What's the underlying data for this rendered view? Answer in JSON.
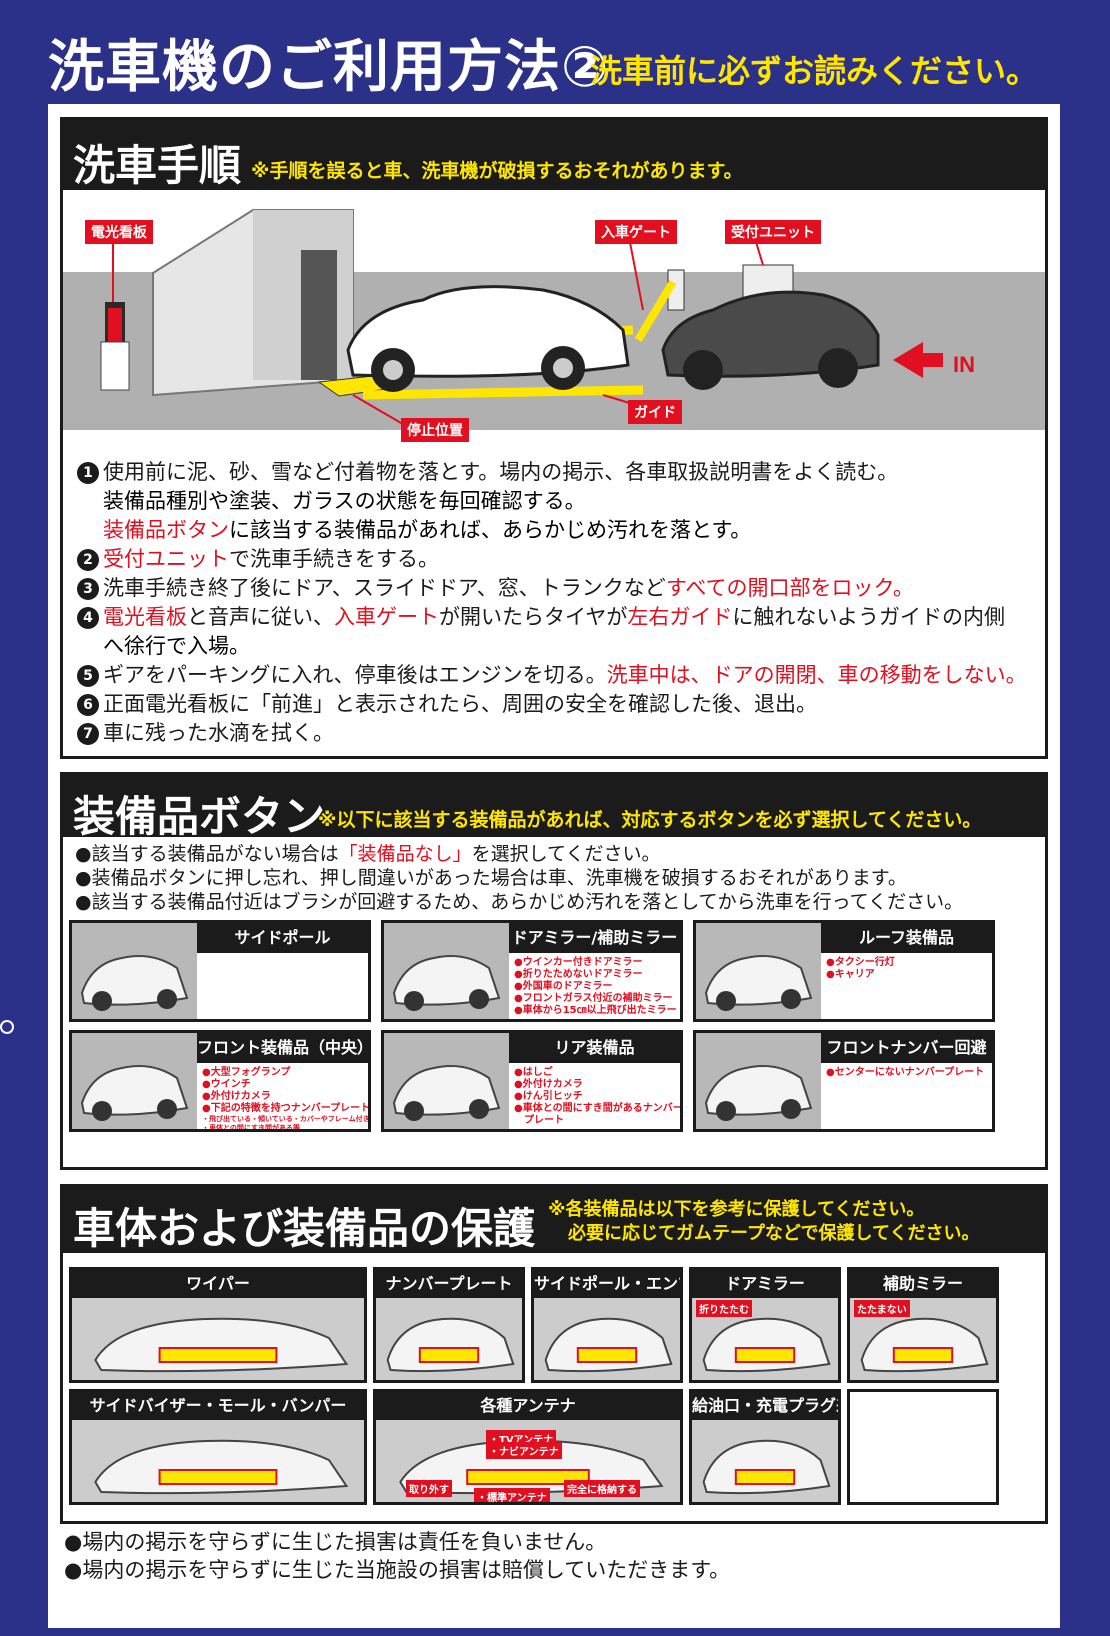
{
  "header": {
    "title": "洗車機のご利用方法②",
    "subtitle": "洗車前に必ずお読みください。"
  },
  "procedure": {
    "title": "洗車手順",
    "note": "※手順を誤ると車、洗車機が破損するおそれがあります。",
    "labels": {
      "sign": "電光看板",
      "gate": "入車ゲート",
      "unit": "受付ユニット",
      "guide": "ガイド",
      "stop": "停止位置",
      "in": "IN"
    },
    "steps": [
      {
        "n": "1",
        "lines": [
          [
            "使用前に泥、砂、雪など付着物を落とす。場内の掲示、各車取扱説明書をよく読む。"
          ],
          [
            "装備品種別や塗装、ガラスの状態を毎回確認する。"
          ],
          [
            "#装備品ボタン",
            "に該当する装備品があれば、あらかじめ汚れを落とす。"
          ]
        ]
      },
      {
        "n": "2",
        "lines": [
          [
            "#受付ユニット",
            "で洗車手続きをする。"
          ]
        ]
      },
      {
        "n": "3",
        "lines": [
          [
            "洗車手続き終了後にドア、スライドドア、窓、トランクなど",
            "#すべての開口部をロック。"
          ]
        ]
      },
      {
        "n": "4",
        "lines": [
          [
            "#電光看板",
            "と音声に従い、",
            "#入車ゲート",
            "が開いたらタイヤが",
            "#左右ガイド",
            "に触れないようガイドの内側"
          ],
          [
            "へ徐行で入場。"
          ]
        ]
      },
      {
        "n": "5",
        "lines": [
          [
            "ギアをパーキングに入れ、停車後はエンジンを切る。",
            "#洗車中は、ドアの開閉、車の移動をしない。"
          ]
        ]
      },
      {
        "n": "6",
        "lines": [
          [
            "正面電光看板に「前進」と表示されたら、周囲の安全を確認した後、退出。"
          ]
        ]
      },
      {
        "n": "7",
        "lines": [
          [
            "車に残った水滴を拭く。"
          ]
        ]
      }
    ]
  },
  "equipment": {
    "title": "装備品ボタン",
    "note": "※以下に該当する装備品があれば、対応するボタンを必ず選択してください。",
    "notes": [
      [
        "●該当する装備品がない場合は",
        "#「装備品なし」",
        "を選択してください。"
      ],
      [
        "●装備品ボタンに押し忘れ、押し間違いがあった場合は車、洗車機を破損するおそれがあります。"
      ],
      [
        "●該当する装備品付近はブラシが回避するため、あらかじめ汚れを落としてから洗車を行ってください。"
      ]
    ],
    "cards": [
      {
        "title": "サイドポール",
        "items": []
      },
      {
        "title": "ドアミラー/補助ミラー",
        "items": [
          "●ウインカー付きドアミラー",
          "●折りたためないドアミラー",
          "●外国車のドアミラー",
          "●フロントガラス付近の補助ミラー",
          "●車体から15㎝以上飛び出たミラー"
        ]
      },
      {
        "title": "ルーフ装備品",
        "items": [
          "●タクシー行灯",
          "●キャリア"
        ]
      },
      {
        "title": "フロント装備品（中央）",
        "items": [
          "●大型フォグランプ",
          "●ウインチ",
          "●外付けカメラ",
          "●下記の特徴を持つナンバープレート"
        ],
        "sub": [
          "・飛び出ている・傾いている・カバーやフレーム付き",
          "・車体との間にすき間がある等"
        ]
      },
      {
        "title": "リア装備品",
        "items": [
          "●はしご",
          "●外付けカメラ",
          "●けん引ヒッチ",
          "●車体との間にすき間があるナンバー",
          "　プレート"
        ]
      },
      {
        "title": "フロントナンバー回避",
        "items": [
          "●センターにないナンバープレート"
        ]
      }
    ]
  },
  "protection": {
    "title": "車体および装備品の保護",
    "note1": "※各装備品は以下を参考に保護してください。",
    "note2": "必要に応じてガムテープなどで保護してください。",
    "cards": [
      {
        "title": "ワイパー"
      },
      {
        "title": "ナンバープレート"
      },
      {
        "title": "サイドポール・エンブレム"
      },
      {
        "title": "ドアミラー"
      },
      {
        "title": "補助ミラー"
      },
      {
        "title": "サイドバイザー・モール・バンパー"
      },
      {
        "title": "各種アンテナ"
      },
      {
        "title": "給油口・充電プラグ差込口"
      }
    ],
    "tags": {
      "fold": "折りたたむ",
      "nofold": "たたまない",
      "remove": "取り外す",
      "store": "完全に格納する",
      "tv": "・TVアンテナ",
      "navi": "・ナビアンテナ",
      "std": "・標準アンテナ"
    }
  },
  "footer": [
    "●場内の掲示を守らずに生じた損害は責任を負いません。",
    "●場内の掲示を守らずに生じた当施設の損害は賠償していただきます。"
  ],
  "colors": {
    "background": "#2b3088",
    "accent_red": "#e10f1f",
    "accent_yellow": "#ffe600",
    "header_black": "#1b1b1b"
  }
}
